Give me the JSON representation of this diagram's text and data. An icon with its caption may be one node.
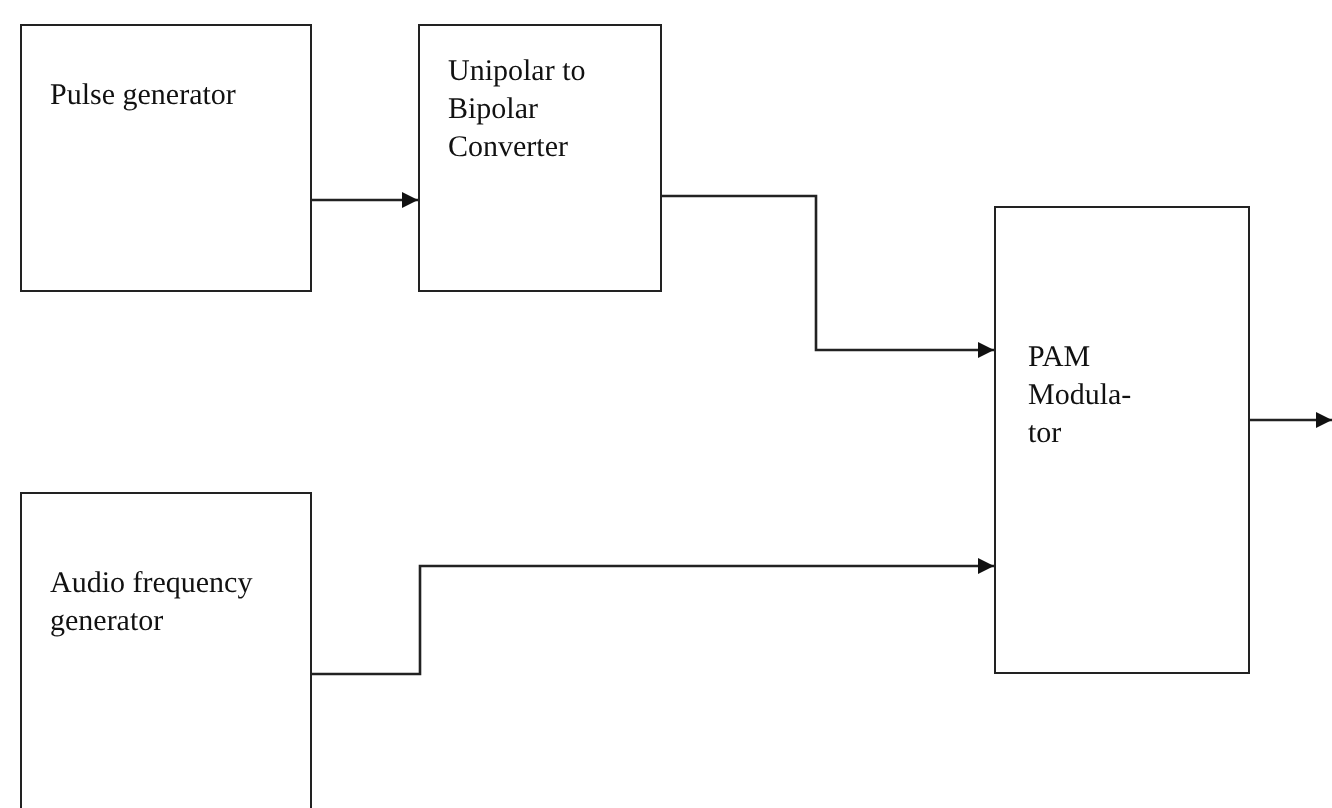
{
  "diagram": {
    "nodes": [
      {
        "text": [
          "Pulse generator"
        ]
      },
      {
        "text": [
          "Unipolar to Bipolar Converter"
        ]
      },
      {
        "text": [
          "PAM Modula- tor"
        ]
      },
      {
        "text": [
          "Audio frequency generator"
        ]
      }
    ],
    "edges": [
      {
        "from": 0,
        "to": 1,
        "arrow": "to"
      },
      {
        "from": 1,
        "to": 2,
        "arrow": "to"
      },
      {
        "from": 3,
        "to": 2,
        "arrow": "to"
      },
      {
        "from": 2,
        "to": null,
        "arrow": "to"
      }
    ]
  }
}
